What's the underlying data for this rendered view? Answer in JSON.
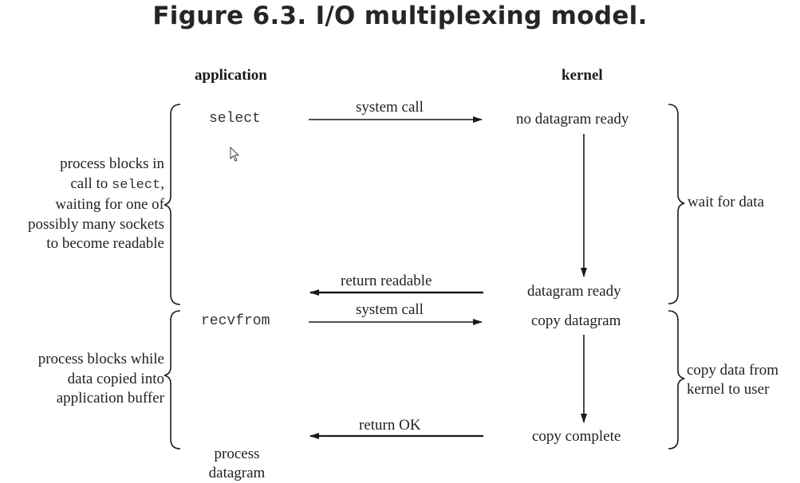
{
  "title": "Figure 6.3. I/O multiplexing model.",
  "columns": {
    "application": "application",
    "kernel": "kernel"
  },
  "phase1": {
    "app_call": "select",
    "call_label": "system call",
    "kernel_state": "no datagram ready",
    "return_label": "return readable",
    "kernel_ready": "datagram ready",
    "app_note_lines": [
      "process blocks in",
      "call to ",
      "select",
      ",",
      "waiting for one of",
      "possibly many sockets",
      "to become readable"
    ],
    "kernel_note": "wait for data"
  },
  "phase2": {
    "app_call": "recvfrom",
    "call_label": "system call",
    "kernel_state": "copy datagram",
    "return_label": "return OK",
    "kernel_done": "copy complete",
    "app_note_lines": [
      "process blocks while",
      "data copied into",
      "application buffer"
    ],
    "kernel_note_lines": [
      "copy data from",
      "kernel to user"
    ],
    "final_lines": [
      "process",
      "datagram"
    ]
  },
  "colors": {
    "ink": "#1a1a1a",
    "title": "#262626"
  },
  "icons": {
    "cursor": "mouse-pointer-icon"
  }
}
